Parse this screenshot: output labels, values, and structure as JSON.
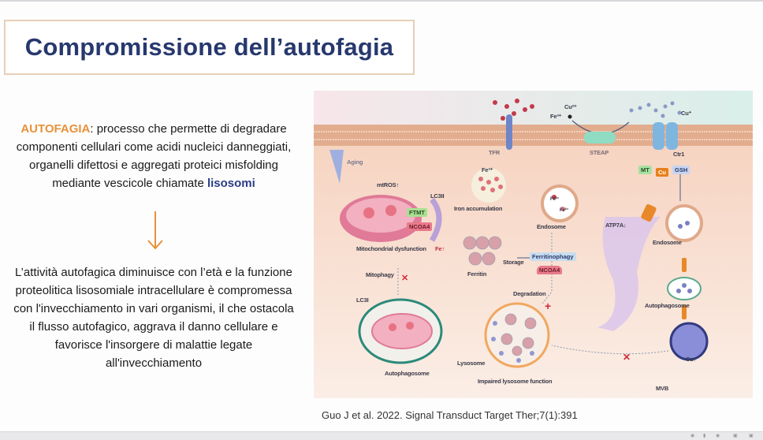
{
  "slide": {
    "title": "Compromissione dell’autofagia",
    "paragraph1": {
      "keyword": "AUTOFAGIA",
      "text": ": processo che permette di degradare componenti cellulari come acidi nucleici danneggiati, organelli difettosi e aggregati proteici misfolding mediante vescicole chiamate ",
      "highlight": "lisosomi"
    },
    "paragraph2": "L’attività autofagica diminuisce con l’età e la funzione proteolitica lisosomiale intracellulare è compromessa con l'invecchiamento in vari organismi, il che ostacola il flusso autofagico, aggrava il danno cellulare e favorisce l'insorgere di malattie legate all'invecchiamento",
    "citation": "Guo J et al. 2022. Signal Transduct Target Ther;7(1):391"
  },
  "figure": {
    "labels": {
      "fe3_top": "Fe³⁺",
      "cu2": "Cu²⁺",
      "cu1": "Cu⁺",
      "tfr": "TFR",
      "steap": "STEAP",
      "ctr1": "Ctr1",
      "aging": "Aging",
      "mt": "MT",
      "cu": "Cu",
      "gsh": "GSH",
      "mtros": "mtROS↑",
      "lc3ii": "LC3II",
      "fe3_bubble": "Fe³⁺",
      "iron_accumulation": "Iron accumulation",
      "ftmt": "FTMT",
      "ncoa4_mito": "NCOA4",
      "endosome_left": "Endosome",
      "fe_endo": "Fe³⁺",
      "fe_endo2": "Fe²⁺",
      "atp7a": "ATP7A↓",
      "endosome_right": "Endosome",
      "mito_dysfunction": "Mitochondrial dysfunction",
      "fe_up": "Fe↑",
      "storage": "Storage",
      "ferritinophagy": "Ferritinophagy",
      "ncoa4": "NCOA4",
      "ferritin": "Ferritin",
      "mitophagy": "Mitophagy",
      "lc3i": "LC3I",
      "degradation": "Degradation",
      "autophagosome_right": "Autophagosome",
      "lysosome": "Lysosome",
      "impaired": "Impaired lysosome function",
      "autophagosome_left": "Autophagosome",
      "mvb": "MVB",
      "cu_up": "Cu↑"
    }
  },
  "colors": {
    "title": "#27386e",
    "keyword": "#e8913a",
    "highlight": "#2b3d86",
    "arrow": "#e8913a"
  }
}
